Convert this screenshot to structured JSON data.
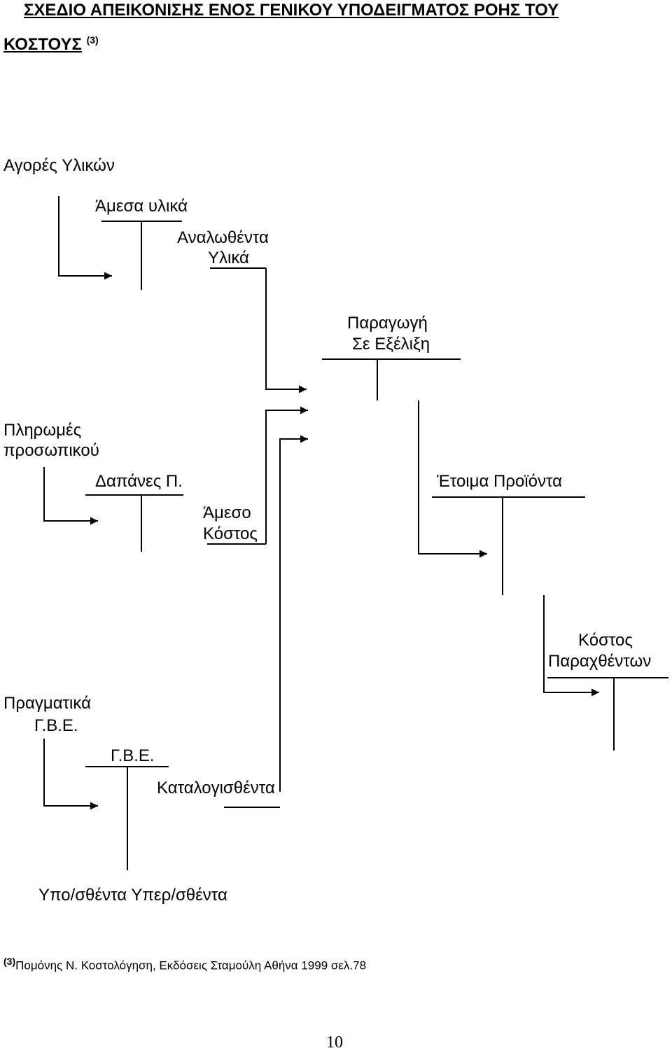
{
  "title": {
    "line1": "ΣΧΕΔΙΟ ΑΠΕΙΚΟΝΙΣΗΣ ΕΝΟΣ ΓΕΝΙΚΟΥ ΥΠΟΔΕΙΓΜΑΤΟΣ ΡΟΗΣ ΤΟΥ",
    "line2": "ΚΟΣΤΟΥΣ",
    "ref": "(3)"
  },
  "nodes": {
    "material_purchases": "Αγορές Υλικών",
    "direct_materials": "Άμεσα υλικά",
    "consumed_materials_1": "Αναλωθέντα",
    "consumed_materials_2": "Υλικά",
    "wip_1": "Παραγωγή",
    "wip_2": "Σε Εξέλιξη",
    "payroll_1": "Πληρωμές",
    "payroll_2": "προσωπικού",
    "labor_expenses": "Δαπάνες Π.",
    "direct_cost_1": "Άμεσο",
    "direct_cost_2": "Κόστος",
    "finished_goods": "Έτοιμα Προϊόντα",
    "cogs_1": "Κόστος",
    "cogs_2": "Παραχθέντων",
    "actual_overhead_1": "Πραγματικά",
    "actual_overhead_2": "Γ.Β.Ε.",
    "overhead": "Γ.Β.Ε.",
    "applied": "Καταλογισθέντα",
    "variances": "Υπο/σθέντα Υπερ/σθέντα"
  },
  "footnote": {
    "ref": "(3)",
    "text": "Πομόνης Ν. Κοστολόγηση, Εκδόσεις Σταμούλη Αθήνα 1999 σελ.78"
  },
  "page_number": "10"
}
